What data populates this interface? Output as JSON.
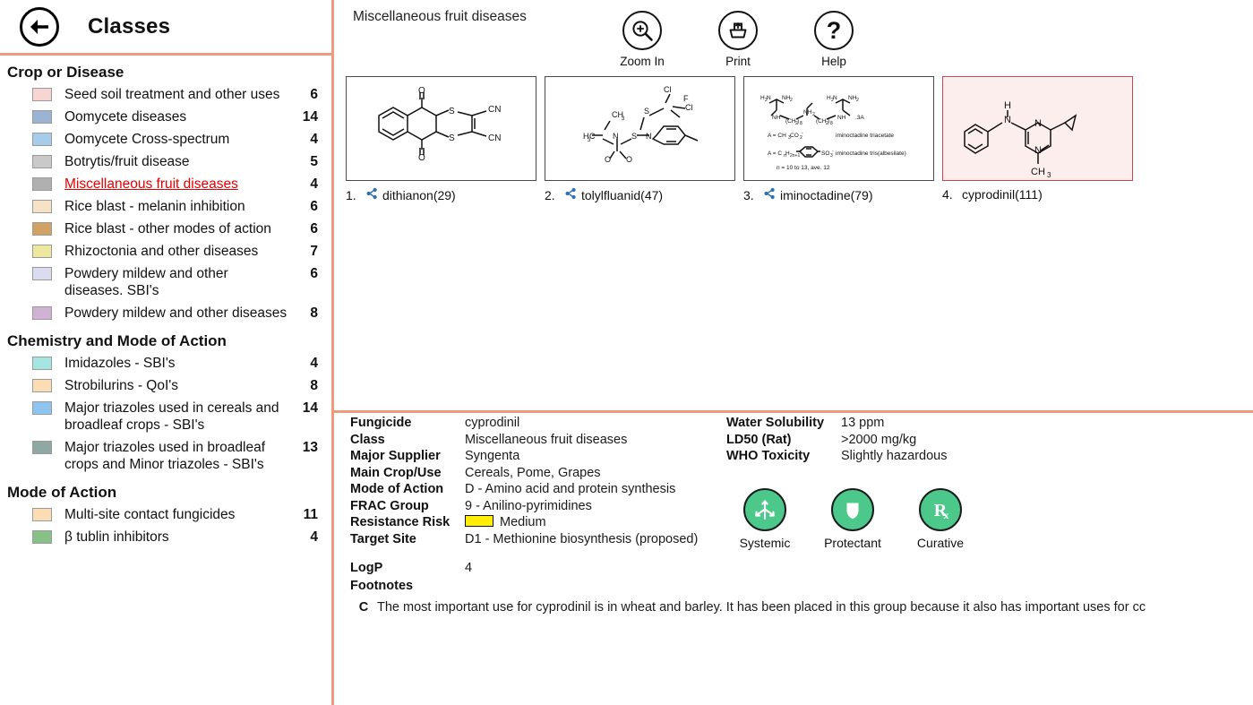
{
  "sidebar": {
    "title": "Classes",
    "back_icon": "back-arrow-icon",
    "groups": [
      {
        "heading": "Crop or Disease",
        "items": [
          {
            "label": "Seed soil treatment and other uses",
            "count": "6",
            "color": "#f7d5d2",
            "selected": false
          },
          {
            "label": "Oomycete diseases",
            "count": "14",
            "color": "#9cb4d4",
            "selected": false
          },
          {
            "label": "Oomycete Cross-spectrum",
            "count": "4",
            "color": "#a5cdeb",
            "selected": false
          },
          {
            "label": "Botrytis/fruit disease",
            "count": "5",
            "color": "#c9c9c9",
            "selected": false
          },
          {
            "label": "Miscellaneous fruit diseases",
            "count": "4",
            "color": "#b0b0b0",
            "selected": true
          },
          {
            "label": "Rice blast - melanin inhibition",
            "count": "6",
            "color": "#f6e2c4",
            "selected": false
          },
          {
            "label": "Rice blast  - other modes of action",
            "count": "6",
            "color": "#d2a164",
            "selected": false
          },
          {
            "label": "Rhizoctonia and other diseases",
            "count": "7",
            "color": "#eee7a0",
            "selected": false
          },
          {
            "label": "Powdery mildew and other diseases. SBI's",
            "count": "6",
            "color": "#dcdcf0",
            "selected": false
          },
          {
            "label": "Powdery mildew and other diseases",
            "count": "8",
            "color": "#cfb2d4",
            "selected": false
          }
        ]
      },
      {
        "heading": "Chemistry and Mode of Action",
        "items": [
          {
            "label": "Imidazoles -  SBI's",
            "count": "4",
            "color": "#a6e6e2",
            "selected": false
          },
          {
            "label": "Strobilurins - QoI's",
            "count": "8",
            "color": "#fbdcb5",
            "selected": false
          },
          {
            "label": "Major triazoles used in cereals and broadleaf crops - SBI's",
            "count": "14",
            "color": "#8ec4f0",
            "selected": false
          },
          {
            "label": "Major triazoles used in broadleaf crops and Minor triazoles - SBI's",
            "count": "13",
            "color": "#8fa8a4",
            "selected": false
          }
        ]
      },
      {
        "heading": "Mode of Action",
        "items": [
          {
            "label": "Multi-site contact fungicides",
            "count": "11",
            "color": "#fbdcb5",
            "selected": false
          },
          {
            "label": "β tublin inhibitors",
            "count": "4",
            "color": "#87c187",
            "selected": false
          }
        ]
      }
    ]
  },
  "main": {
    "page_title": "Miscellaneous fruit diseases",
    "toolbar": [
      {
        "icon": "zoom-in-icon",
        "label": "Zoom In"
      },
      {
        "icon": "print-icon",
        "label": "Print"
      },
      {
        "icon": "help-icon",
        "label": "Help"
      }
    ],
    "compounds": [
      {
        "number": "1.",
        "name": "dithianon(29)",
        "has_branch_icon": true,
        "selected": false,
        "structure": "dithianon-structure"
      },
      {
        "number": "2.",
        "name": "tolylfluanid(47)",
        "has_branch_icon": true,
        "selected": false,
        "structure": "tolylfluanid-structure"
      },
      {
        "number": "3.",
        "name": "iminoctadine(79)",
        "has_branch_icon": true,
        "selected": false,
        "structure": "iminoctadine-structure"
      },
      {
        "number": "4.",
        "name": "cyprodinil(111)",
        "has_branch_icon": false,
        "selected": true,
        "structure": "cyprodinil-structure"
      }
    ],
    "structure_labels": {
      "iminoctadine": {
        "line1": "A = CH₃CO₂⁻",
        "line1b": "iminoctadine triacetate",
        "line2": "A = CₙH₂ₙ₊₁",
        "line2b": "iminoctadine tris(albesilate)",
        "line2c": "SO₃⁻",
        "line3": "n = 10 to 13, ave. 12",
        "salt": ".3A"
      }
    }
  },
  "details": {
    "left": [
      {
        "key": "Fungicide",
        "value": "cyprodinil"
      },
      {
        "key": "Class",
        "value": "Miscellaneous fruit diseases"
      },
      {
        "key": "Major Supplier",
        "value": "Syngenta"
      },
      {
        "key": "Main Crop/Use",
        "value": "Cereals, Pome, Grapes"
      },
      {
        "key": "Mode of Action",
        "value": "D - Amino acid and protein synthesis"
      },
      {
        "key": "FRAC Group",
        "value": "9 - Anilino-pyrimidines"
      }
    ],
    "resistance": {
      "key": "Resistance Risk",
      "value": "Medium",
      "color": "#ffee00"
    },
    "target_site": {
      "key": "Target Site",
      "value": "D1 - Methionine biosynthesis (proposed)"
    },
    "logp": {
      "key": "LogP",
      "value": "4"
    },
    "right": [
      {
        "key": "Water Solubility",
        "value": "13 ppm"
      },
      {
        "key": "LD50 (Rat)",
        "value": ">2000 mg/kg"
      },
      {
        "key": "WHO Toxicity",
        "value": "Slightly hazardous"
      }
    ],
    "badges": [
      {
        "icon": "systemic-arrows-icon",
        "label": "Systemic",
        "color": "#4cc98a"
      },
      {
        "icon": "shield-icon",
        "label": "Protectant",
        "color": "#4cc98a"
      },
      {
        "icon": "rx-prescription-icon",
        "label": "Curative",
        "color": "#4cc98a"
      }
    ],
    "footnotes": {
      "title": "Footnotes",
      "entries": [
        {
          "mark": "C",
          "text": "The most important use for cyprodinil is in wheat and barley. It has been placed in this group because it also has important uses for cc"
        }
      ]
    }
  },
  "colors": {
    "accent_rule": "#ef9a7c",
    "selected_text": "#e60000",
    "selected_card_border": "#c9484f",
    "selected_card_fill": "#fdeeee",
    "branch_icon": "#2f6fb5",
    "badge_green": "#4cc98a"
  }
}
